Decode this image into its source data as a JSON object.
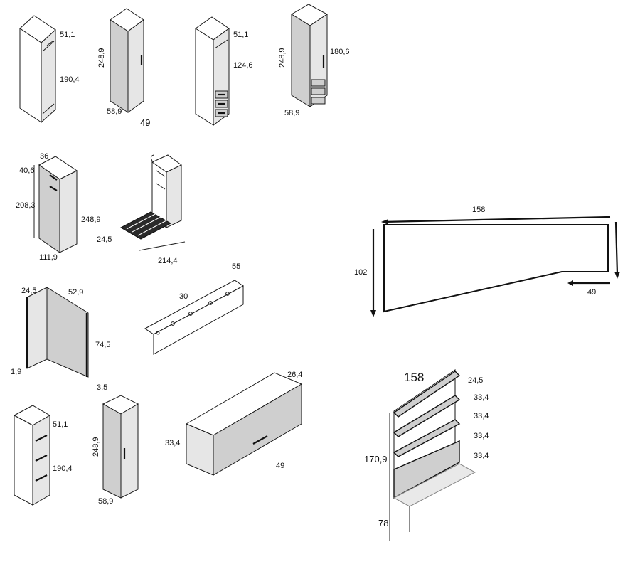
{
  "labels": {
    "tall_open_top": "51,1",
    "tall_open_inner": "190,4",
    "tall_door_height": "248,9",
    "tall_door_width": "58,9",
    "tall_common_depth": "49",
    "drawer_top": "51,1",
    "drawer_inner": "124,6",
    "drawer_door_height": "248,9",
    "drawer_door_inner": "180,6",
    "drawer_door_width": "58,9",
    "bed_depth": "36",
    "bed_top": "40,6",
    "bed_inner": "208,3",
    "bed_height": "248,9",
    "bed_width": "111,9",
    "bed_open_depth": "24,5",
    "bed_open_length": "214,4",
    "desk_depth": "24,5",
    "desk_width": "52,9",
    "desk_height": "74,5",
    "desk_thickness": "1,9",
    "desk_leg": "3,5",
    "bracket_len": "55",
    "bracket_w": "30",
    "top_width": "158",
    "top_depth": "102",
    "top_cut": "49",
    "shelf_total": "158",
    "shelf_depth": "24,5",
    "shelf_gap1": "33,4",
    "shelf_gap2": "33,4",
    "shelf_gap3": "33,4",
    "shelf_gap4": "33,4",
    "shelf_height": "170,9",
    "shelf_base": "78",
    "shelf2_top": "51,1",
    "shelf2_inner": "190,4",
    "door2_height": "248,9",
    "door2_width": "58,9",
    "wall_depth": "26,4",
    "wall_height": "33,4",
    "wall_width": "49"
  }
}
